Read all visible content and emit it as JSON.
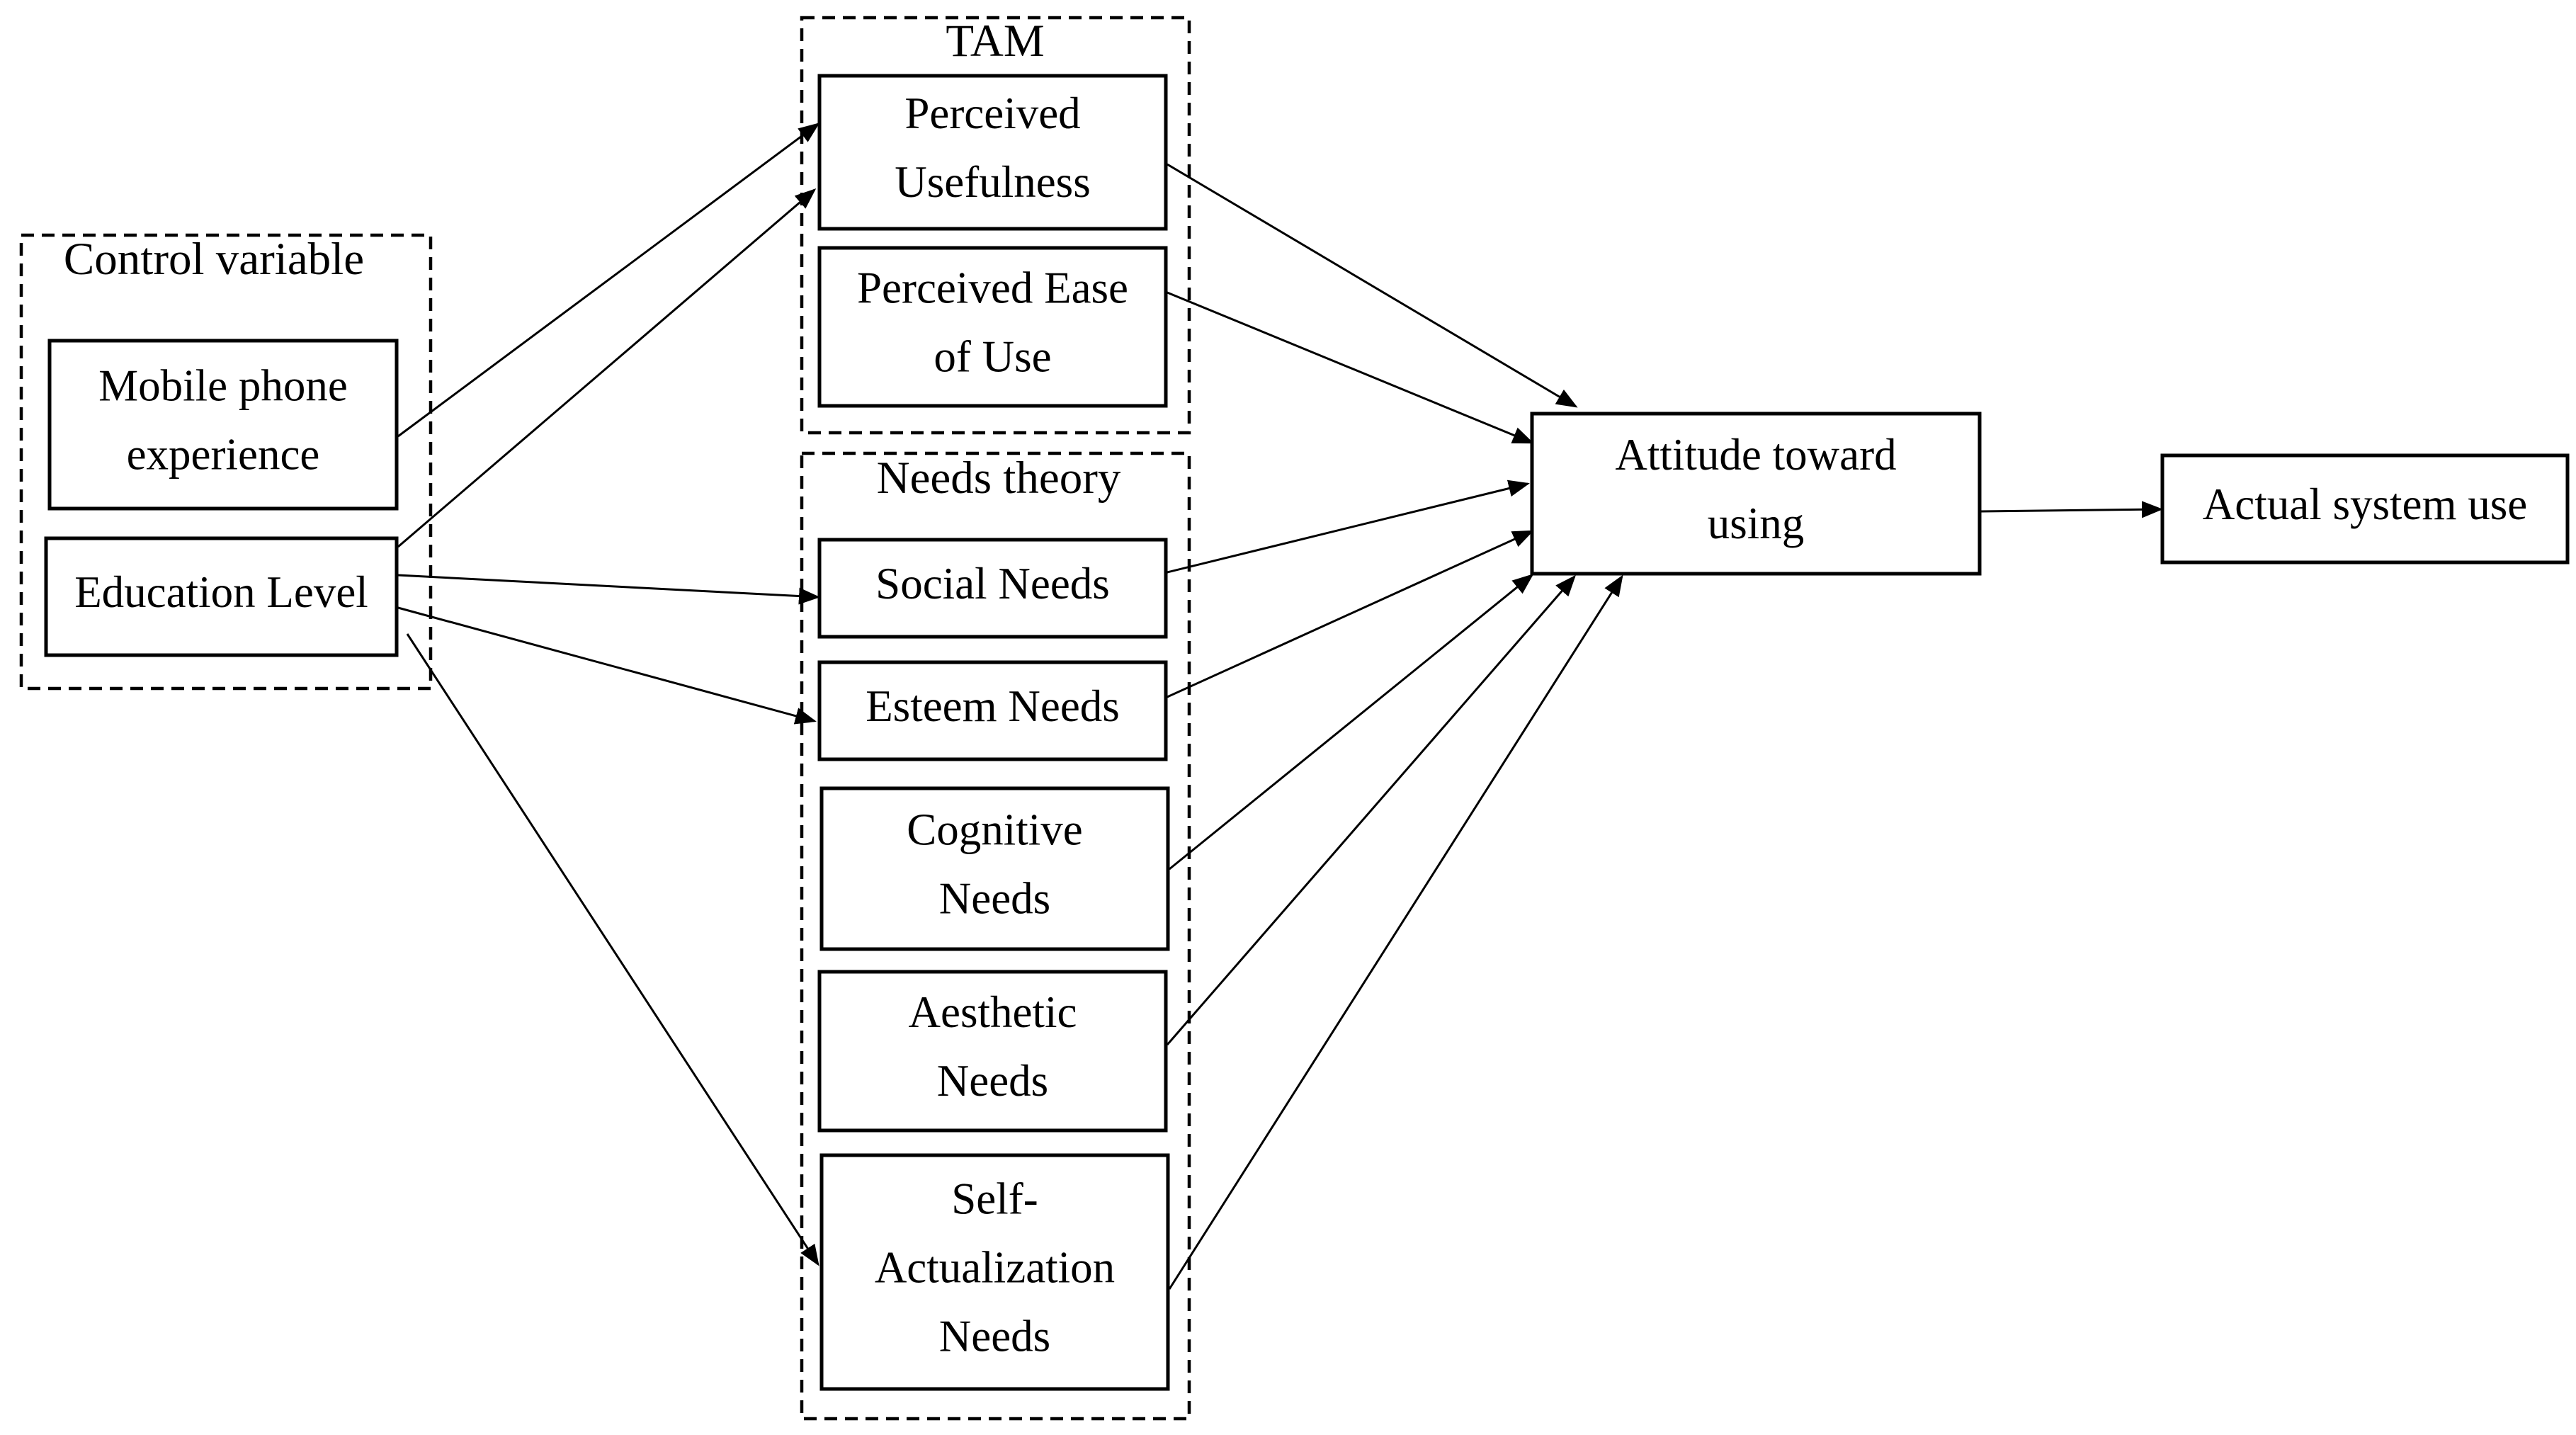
{
  "groups": {
    "tam": {
      "title": "TAM"
    },
    "needs": {
      "title": "Needs theory"
    },
    "control": {
      "title": "Control variable"
    }
  },
  "nodes": {
    "perceived_usefulness": [
      "Perceived",
      "Usefulness"
    ],
    "perceived_ease": [
      "Perceived Ease",
      "of Use"
    ],
    "social_needs": [
      "Social Needs"
    ],
    "esteem_needs": [
      "Esteem Needs"
    ],
    "cognitive_needs": [
      "Cognitive",
      "Needs"
    ],
    "aesthetic_needs": [
      "Aesthetic",
      "Needs"
    ],
    "self_actualization": [
      "Self-",
      "Actualization",
      "Needs"
    ],
    "mobile_experience": [
      "Mobile phone",
      "experience"
    ],
    "education_level": [
      "Education Level"
    ],
    "attitude": [
      "Attitude toward",
      "using"
    ],
    "actual_use": [
      "Actual system use"
    ]
  },
  "edges": [
    {
      "from": "mobile_experience",
      "to": "perceived_usefulness"
    },
    {
      "from": "education_level",
      "to": "perceived_usefulness"
    },
    {
      "from": "education_level",
      "to": "social_needs"
    },
    {
      "from": "education_level",
      "to": "esteem_needs"
    },
    {
      "from": "education_level",
      "to": "self_actualization"
    },
    {
      "from": "perceived_usefulness",
      "to": "attitude"
    },
    {
      "from": "perceived_ease",
      "to": "attitude"
    },
    {
      "from": "social_needs",
      "to": "attitude"
    },
    {
      "from": "esteem_needs",
      "to": "attitude"
    },
    {
      "from": "cognitive_needs",
      "to": "attitude"
    },
    {
      "from": "aesthetic_needs",
      "to": "attitude"
    },
    {
      "from": "self_actualization",
      "to": "attitude"
    },
    {
      "from": "attitude",
      "to": "actual_use"
    }
  ]
}
